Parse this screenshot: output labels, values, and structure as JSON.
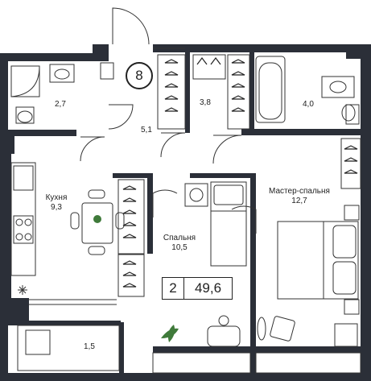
{
  "plan": {
    "number": "8",
    "rooms_count": "2",
    "total_area": "49,6"
  },
  "rooms": {
    "bath1": {
      "area": "2,7"
    },
    "hall": {
      "area": "5,1"
    },
    "wardrobe": {
      "area": "3,8"
    },
    "bath2": {
      "area": "4,0"
    },
    "kitchen": {
      "name": "Кухня",
      "area": "9,3"
    },
    "bedroom": {
      "name": "Спальня",
      "area": "10,5"
    },
    "master": {
      "name": "Мастер-спальня",
      "area": "12,7"
    },
    "balcony": {
      "area": "1,5"
    }
  },
  "colors": {
    "wall": "#2b2f38",
    "plant": "#3f7a3a",
    "line": "#333333"
  }
}
